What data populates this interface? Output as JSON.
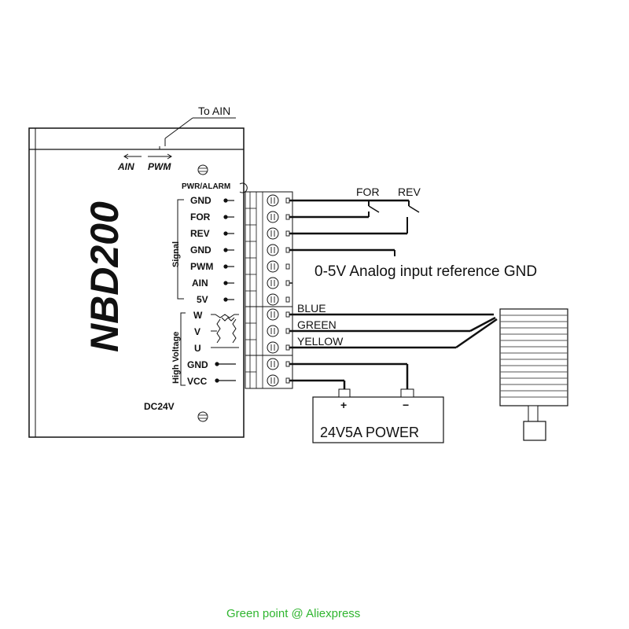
{
  "top_label": "To AIN",
  "ain_arrow_label": "AIN",
  "pwm_arrow_label": "PWM",
  "indicator_label": "PWR/ALARM",
  "driver_model": "NBD200",
  "supply_label": "DC24V",
  "group_signal": "Signal",
  "group_high_voltage": "High Voltage",
  "signal_pins": [
    "GND",
    "FOR",
    "REV",
    "GND",
    "PWM",
    "AIN",
    "5V"
  ],
  "motor_pins": [
    "W",
    "V",
    "U"
  ],
  "power_pins": [
    "GND",
    "VCC"
  ],
  "switch_for": "FOR",
  "switch_rev": "REV",
  "analog_note": "0-5V Analog input reference GND",
  "wire_colors": [
    "BLUE",
    "GREEN",
    "YELLOW"
  ],
  "psu_label": "24V5A POWER",
  "psu_plus": "+",
  "psu_minus": "−",
  "watermark": "Green point @ Aliexpress",
  "colors": {
    "line": "#111111",
    "watermark": "#2fb52f"
  }
}
